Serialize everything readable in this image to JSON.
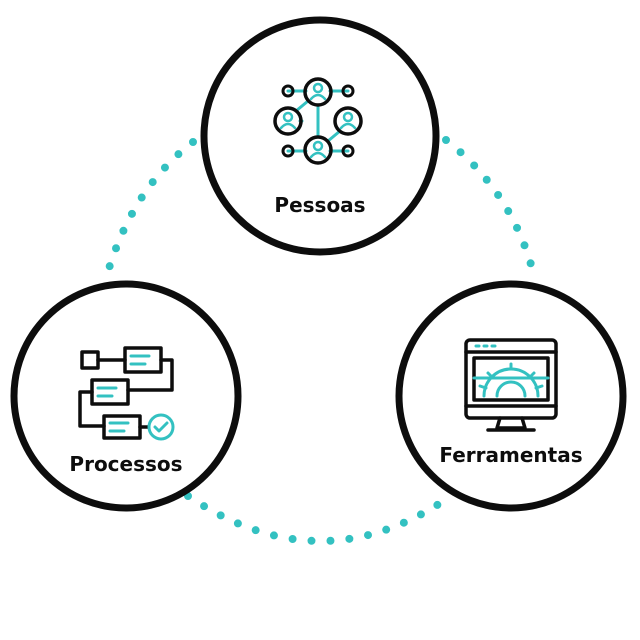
{
  "diagram": {
    "colors": {
      "accent": "#33c1c1",
      "stroke": "#0d0d0d",
      "background": "#ffffff"
    },
    "nodes": [
      {
        "id": "pessoas",
        "label": "Pessoas",
        "icon": "people-network-icon"
      },
      {
        "id": "processos",
        "label": "Processos",
        "icon": "flowchart-icon"
      },
      {
        "id": "ferramentas",
        "label": "Ferramentas",
        "icon": "monitor-gear-icon"
      }
    ]
  }
}
